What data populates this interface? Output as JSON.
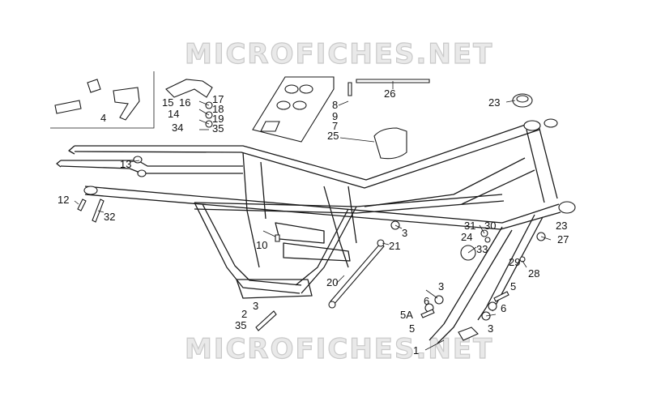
{
  "watermark": {
    "top": "MICROFICHES.NET",
    "bottom": "MICROFICHES.NET"
  },
  "callouts": [
    {
      "id": "c4",
      "text": "4"
    },
    {
      "id": "c15",
      "text": "15"
    },
    {
      "id": "c16",
      "text": "16"
    },
    {
      "id": "c17",
      "text": "17"
    },
    {
      "id": "c18",
      "text": "18"
    },
    {
      "id": "c14",
      "text": "14"
    },
    {
      "id": "c19",
      "text": "19"
    },
    {
      "id": "c34",
      "text": "34"
    },
    {
      "id": "c35a",
      "text": "35"
    },
    {
      "id": "c8",
      "text": "8"
    },
    {
      "id": "c9",
      "text": "9"
    },
    {
      "id": "c7",
      "text": "7"
    },
    {
      "id": "c25",
      "text": "25"
    },
    {
      "id": "c26",
      "text": "26"
    },
    {
      "id": "c23a",
      "text": "23"
    },
    {
      "id": "c13",
      "text": "13"
    },
    {
      "id": "c12",
      "text": "12"
    },
    {
      "id": "c32",
      "text": "32"
    },
    {
      "id": "c10",
      "text": "10"
    },
    {
      "id": "c3a",
      "text": "3"
    },
    {
      "id": "c21",
      "text": "21"
    },
    {
      "id": "c31",
      "text": "31"
    },
    {
      "id": "c30",
      "text": "30"
    },
    {
      "id": "c24",
      "text": "24"
    },
    {
      "id": "c33",
      "text": "33"
    },
    {
      "id": "c23b",
      "text": "23"
    },
    {
      "id": "c27",
      "text": "27"
    },
    {
      "id": "c29",
      "text": "29"
    },
    {
      "id": "c28",
      "text": "28"
    },
    {
      "id": "c20",
      "text": "20"
    },
    {
      "id": "c3b",
      "text": "3"
    },
    {
      "id": "c2",
      "text": "2"
    },
    {
      "id": "c35b",
      "text": "35"
    },
    {
      "id": "c3c",
      "text": "3"
    },
    {
      "id": "c6a",
      "text": "6"
    },
    {
      "id": "c5Aa",
      "text": "5A"
    },
    {
      "id": "c5a",
      "text": "5"
    },
    {
      "id": "c1",
      "text": "1"
    },
    {
      "id": "c5b",
      "text": "5"
    },
    {
      "id": "c6b",
      "text": "6"
    },
    {
      "id": "c3d",
      "text": "3"
    }
  ]
}
